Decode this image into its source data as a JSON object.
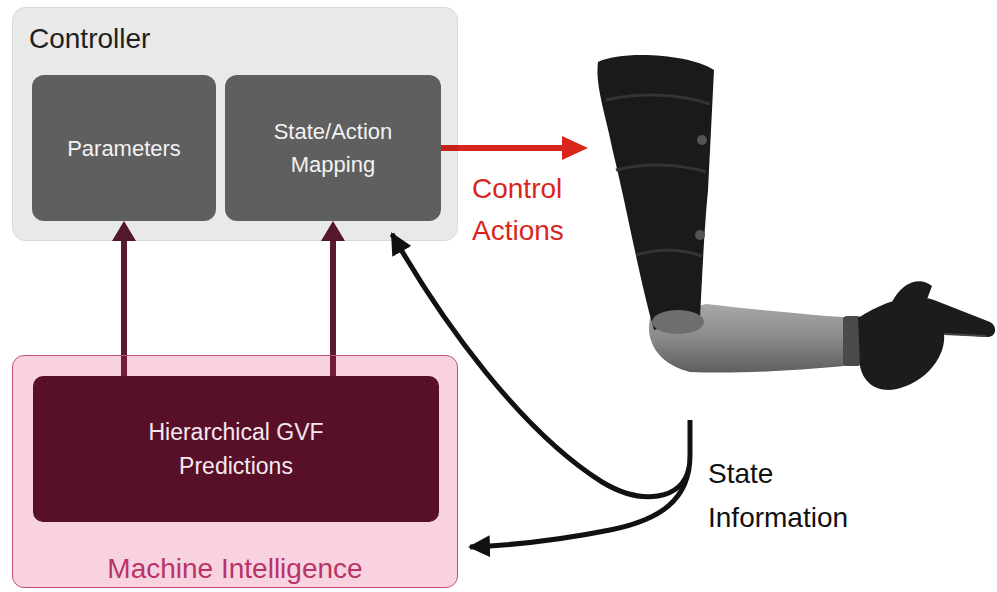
{
  "diagram": {
    "nodes": [
      {
        "text": [
          "Controller"
        ]
      },
      {
        "text": [
          "Parameters"
        ],
        "in": 0
      },
      {
        "text": [
          "State/Action Mapping"
        ],
        "in": 0
      },
      {
        "text": [
          "Machine Intelligence"
        ]
      },
      {
        "text": [
          "Hierarchical GVF Predictions"
        ],
        "in": 3
      }
    ],
    "edges": [
      {
        "from": 4,
        "to": 1,
        "arrow": "to"
      },
      {
        "from": 4,
        "to": 2,
        "arrow": "to"
      }
    ],
    "labels": [
      "Control Actions",
      "State Information"
    ]
  }
}
